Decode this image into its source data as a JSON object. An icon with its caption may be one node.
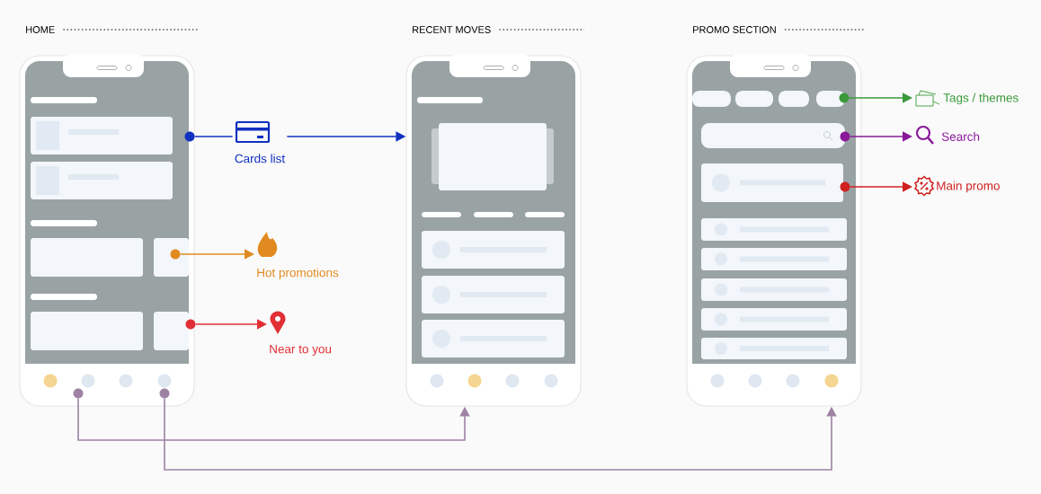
{
  "diagram": {
    "nodes": [
      {
        "text": [
          "HOME"
        ]
      },
      {
        "text": [],
        "shape": "circle",
        "in": 0
      },
      {
        "text": [],
        "shape": "circle",
        "in": 0
      },
      {
        "text": [],
        "shape": "circle",
        "in": 0
      },
      {
        "text": [],
        "shape": "circle",
        "in": 0
      },
      {
        "text": [],
        "shape": "circle",
        "in": 0
      },
      {
        "text": [
          "Cards list"
        ]
      },
      {
        "text": [
          "Hot promotions"
        ]
      },
      {
        "text": [
          "Near to you"
        ]
      },
      {
        "text": [
          "RECENT MOVES"
        ]
      },
      {
        "text": [
          "PROMO SECTION"
        ]
      },
      {
        "text": [],
        "shape": "circle",
        "in": 10
      },
      {
        "text": [],
        "shape": "circle",
        "in": 10
      },
      {
        "text": [],
        "shape": "circle",
        "in": 10
      },
      {
        "text": [
          "Tags / themes"
        ]
      },
      {
        "text": [
          "Search"
        ]
      },
      {
        "text": [
          "Main promo"
        ]
      }
    ],
    "edges": [
      {
        "from": 1,
        "to": 6,
        "arrow": "none",
        "color": "#1030c0"
      },
      {
        "from": 6,
        "to": 9,
        "arrow": "to",
        "color": "#1030c0"
      },
      {
        "from": 2,
        "to": 7,
        "arrow": "to",
        "color": "#e08a20"
      },
      {
        "from": 3,
        "to": 8,
        "arrow": "to",
        "color": "#e03035"
      },
      {
        "from": 4,
        "to": 9,
        "arrow": "to",
        "color": "#9e82a4"
      },
      {
        "from": 5,
        "to": 10,
        "arrow": "to",
        "color": "#9e82a4"
      },
      {
        "from": 11,
        "to": 14,
        "arrow": "to",
        "color": "#3a9a3a"
      },
      {
        "from": 12,
        "to": 15,
        "arrow": "to",
        "color": "#8a1a9a"
      },
      {
        "from": 13,
        "to": 16,
        "arrow": "to",
        "color": "#d02020"
      }
    ]
  }
}
